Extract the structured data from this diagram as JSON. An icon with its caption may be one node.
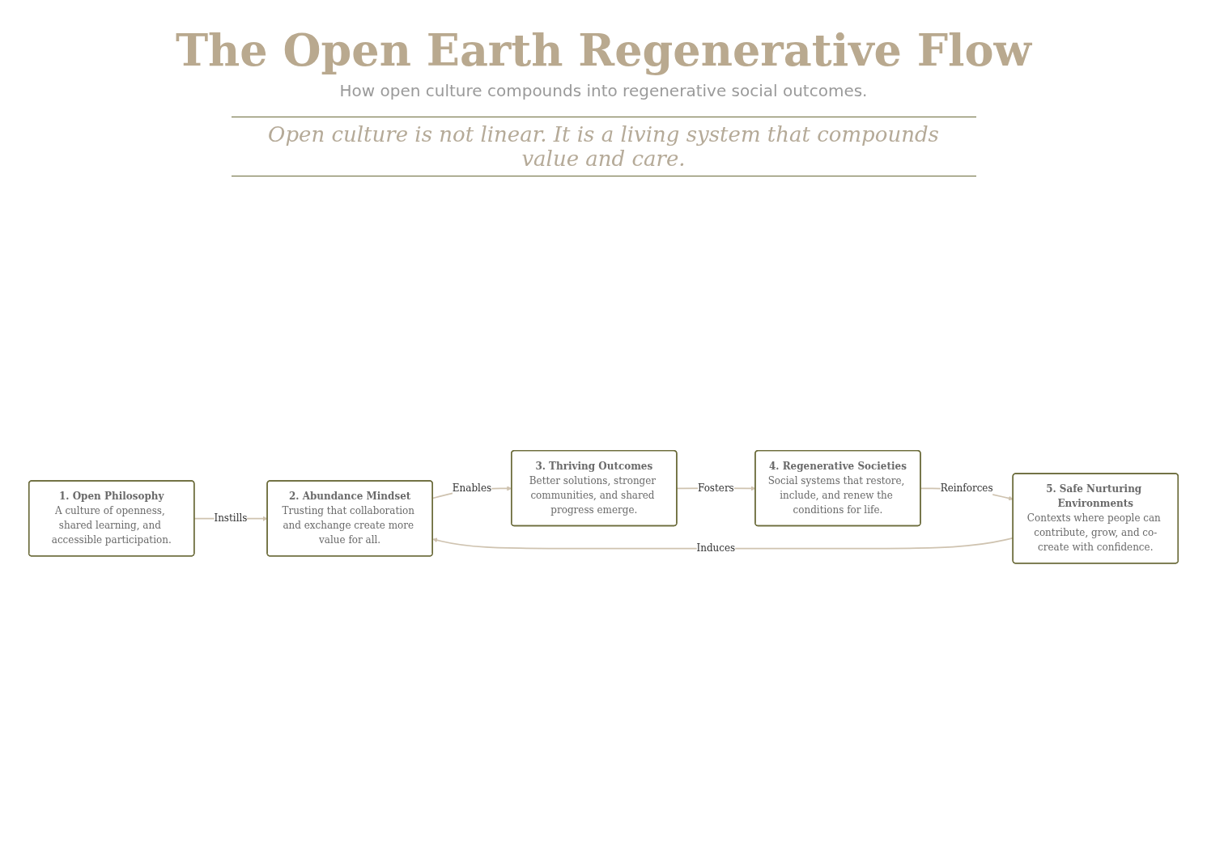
{
  "diagram": {
    "title": "The Open Earth Regenerative Flow",
    "nodes": [
      {
        "text": [
          "1. Open Philosophy",
          "A culture of openness, shared learning, and accessible participation."
        ]
      },
      {
        "text": [
          "2. Abundance Mindset",
          "Trusting that collaboration and exchange create more value for all."
        ]
      },
      {
        "text": [
          "3. Thriving Outcomes",
          "Better solutions, stronger communities, and shared progress emerge."
        ]
      },
      {
        "text": [
          "4. Regenerative Societies",
          "Social systems that restore, include, and renew the conditions for life."
        ]
      },
      {
        "text": [
          "5. Safe Nurturing Environments",
          "Contexts where people can contribute, grow, and co-create with confidence."
        ]
      }
    ],
    "edges": [
      {
        "from": 0,
        "to": 1,
        "arrow": "to",
        "label": "Instills"
      },
      {
        "from": 1,
        "to": 2,
        "arrow": "to",
        "label": "Enables"
      },
      {
        "from": 2,
        "to": 3,
        "arrow": "to",
        "label": "Fosters"
      },
      {
        "from": 3,
        "to": 4,
        "arrow": "to",
        "label": "Reinforces"
      },
      {
        "from": 4,
        "to": 1,
        "arrow": "to",
        "label": "Induces"
      }
    ],
    "labels": [
      "How open culture compounds into regenerative social outcomes.",
      "Open culture is not linear. It is a living system that compounds value and care."
    ]
  }
}
